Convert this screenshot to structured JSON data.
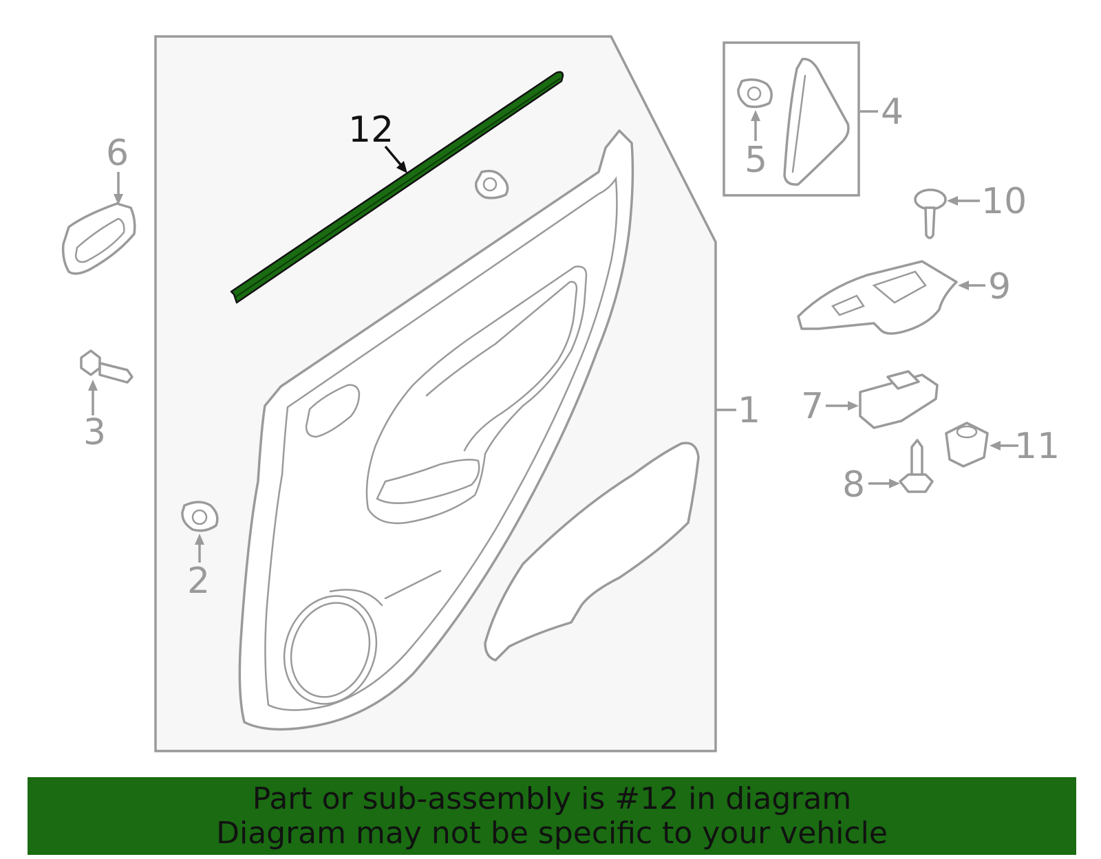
{
  "diagram": {
    "highlighted_part": "12",
    "highlight_color": "#1a6b12",
    "line_color": "#9a9a9a",
    "panel_fill": "#f7f7f7",
    "callouts": [
      {
        "id": "part-1",
        "label": "1"
      },
      {
        "id": "part-2",
        "label": "2"
      },
      {
        "id": "part-3",
        "label": "3"
      },
      {
        "id": "part-4",
        "label": "4"
      },
      {
        "id": "part-5",
        "label": "5"
      },
      {
        "id": "part-6",
        "label": "6"
      },
      {
        "id": "part-7",
        "label": "7"
      },
      {
        "id": "part-8",
        "label": "8"
      },
      {
        "id": "part-9",
        "label": "9"
      },
      {
        "id": "part-10",
        "label": "10"
      },
      {
        "id": "part-11",
        "label": "11"
      },
      {
        "id": "part-12",
        "label": "12"
      }
    ]
  },
  "banner": {
    "line1": "Part or sub-assembly is #12 in diagram",
    "line2": "Diagram may not be specific to your vehicle",
    "background": "#1a6b12"
  }
}
